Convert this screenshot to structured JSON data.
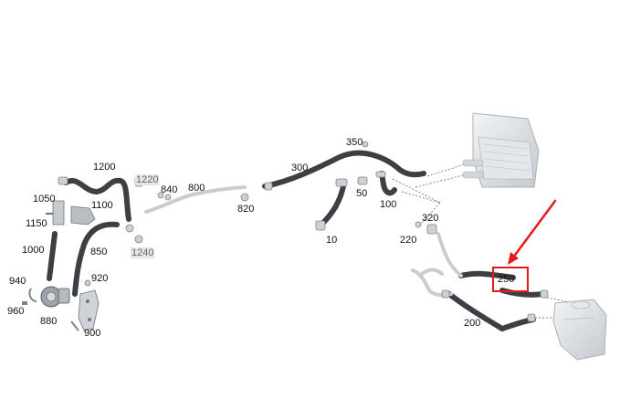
{
  "diagram": {
    "highlight_color": "#e41b1b",
    "hose_color": "#3c3f44",
    "pipe_color": "#c9cdd2",
    "component_color": "#d9dde1",
    "labels": {
      "p10": "10",
      "p50": "50",
      "p100": "100",
      "p200": "200",
      "p220": "220",
      "p250": "250",
      "p300": "300",
      "p320": "320",
      "p350": "350",
      "p800": "800",
      "p820": "820",
      "p840": "840",
      "p850": "850",
      "p880": "880",
      "p900": "900",
      "p920": "920",
      "p940": "940",
      "p960": "960",
      "p1000": "1000",
      "p1050": "1050",
      "p1100": "1100",
      "p1150": "1150",
      "p1200": "1200",
      "p1220": "1220",
      "p1240": "1240"
    }
  }
}
